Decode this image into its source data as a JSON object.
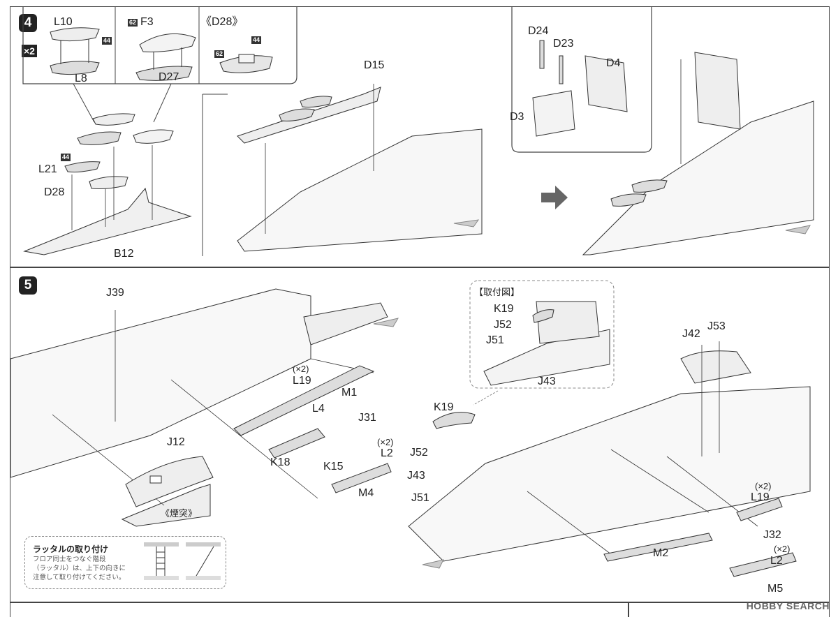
{
  "step4": {
    "number": "4",
    "x2": "×2",
    "parts": {
      "L10": "L10",
      "L8": "L8",
      "F3": "F3",
      "D27": "D27",
      "D28_paren": "《D28》",
      "L21": "L21",
      "D28": "D28",
      "B12": "B12",
      "D15": "D15",
      "D24": "D24",
      "D23": "D23",
      "D4": "D4",
      "D3": "D3"
    },
    "badges": {
      "b44a": "44",
      "b62a": "62",
      "b62b": "62",
      "b44b": "44",
      "b44c": "44"
    }
  },
  "step5": {
    "number": "5",
    "parts": {
      "J39": "J39",
      "L19a": "L19",
      "L19a_x2": "(×2)",
      "M1": "M1",
      "L4": "L4",
      "J31": "J31",
      "L2a": "L2",
      "L2a_x2": "(×2)",
      "J12": "J12",
      "K18": "K18",
      "K15": "K15",
      "M4": "M4",
      "funnel": "《煙突》",
      "inset_title": "【取付図】",
      "K19a": "K19",
      "J52a": "J52",
      "J51a": "J51",
      "J43a": "J43",
      "J42": "J42",
      "J53": "J53",
      "K19b": "K19",
      "J52b": "J52",
      "J43b": "J43",
      "J51b": "J51",
      "L19b": "L19",
      "L19b_x2": "(×2)",
      "M2": "M2",
      "J32": "J32",
      "L2b": "L2",
      "L2b_x2": "(×2)",
      "M5": "M5"
    },
    "note": {
      "title": "ラッタルの取り付け",
      "body": "フロア同士をつなぐ階段\n（ラッタル）は、上下の向きに\n注意して取り付けてください。"
    }
  },
  "footer": {
    "watermark": "HOBBY SEARCH"
  }
}
